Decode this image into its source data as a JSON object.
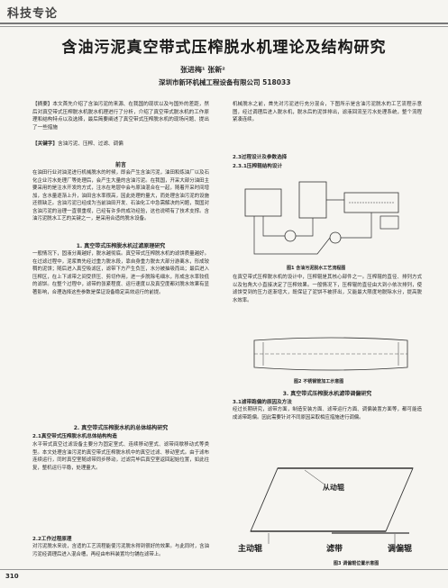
{
  "header": {
    "section": "科技专论"
  },
  "article": {
    "title": "含油污泥真空带式压榨脱水机理论及结构研究",
    "authors": "张进梅¹  张新²",
    "affiliation": "深圳市新环机械工程设备有限公司  518033",
    "abstract": "【摘要】本文首先介绍了含油污泥的来源、在我国的现状以及与国外的差距，然后对真空带式压榨脱水机脱水机理进行了分析，介绍了真空带式脱水机的工作原理和结构特点以及选择，最后简要阐述了真空带式压榨脱水机的现场问题、提出了一些措施",
    "keywords_label": "【关键字】",
    "keywords": "含油污泥、压榨、过滤、调偏",
    "preface_heading": "前言",
    "preface": "在油田行业对油泥进行机械脱水的时候，即会产生含油污泥，油田和炼油厂以及石化企业污水处理厂等处理后，会产生大量的含油污泥。在我国，开采大部分油田主要采用的是注水开发的方式，注水在地层中会与原油混合在一起，随着开采时间增加，含水量逐渐上升，油田含水率很高，因此处理的量大，而处理含油污泥的设施还很缺乏。含油污泥已经成为当前油田开发、石油化工中急需解决的问题，我国对含油污泥的治理一直很重视，已经有许多的成功经验，这也说明有了技术支撑。含油污泥脱水工艺的关键之一，是采用合适的脱水设备。",
    "s1_heading": "1. 真空带式压榨脱水机过滤原理研究",
    "s1_body": "一般情况下，固液分离越好，脱水越彻底。真空带式压榨脱水机的滤饼质量越好。在过滤过程中，泥浆首先经过重力脱水段，靠自身重力脱去大部分游离水，形成较稠的泥饼；随后进入真空吸滤区，滤带下方产生负压，水分被抽吸而出；最后进入压榨区，在上下滤带之间受挤压、剪切作用，进一步脱除毛细水，形成含水率较低的滤饼。在整个过程中，滤带的张紧程度、运行速度以及真空度都对脱水效果有显著影响，合理选择这些参数是保证设备稳定高效运行的前提。",
    "s2_heading": "2. 真空带式压榨脱水机的总体结构研究",
    "s2_1_heading": "2.1真空带式压榨脱水机总体结构构造",
    "s2_1_body": "水平带式真空过滤设备主要分为固定室式、连续移动室式、滤带间歇移动式等类型。本文处理含油污泥的真空带式压榨脱水机中的真空过滤、移动室式。由于滤布连续运行，同时真空室随滤带同步移动，过滤完毕后真空室返回起始位置，如此往复，整机运行平稳，处理量大。",
    "s2_2_heading": "2.2工作过程原理",
    "s2_2_body": "对污泥脱水来说，含适的工艺流程能使污泥脱水得到很好的效果。与此同时，含油污泥经调理后进入混合槽，再经由布料装置均匀铺在滤带上。",
    "right_intro": "机械脱水之前，首先对污泥进行充分混合，下图所示是含油污泥脱水的工艺流程示意图，经过调理后进入脱水机，脱水后的泥饼排出，滤液回流至污水处理系统，整个流程紧凑连续。",
    "s2_3_heading": "2.3过程设计及参数选择",
    "s2_3_1_heading": "2.3.1压榨辊结构设计",
    "fig1_caption": "图1  含油污泥脱水工艺流程图",
    "after_fig1": "在真空带式压榨脱水机的设计中，压榨辊是其核心部件之一。压榨辊的直径、排列方式以及包角大小直接决定了压榨效果。一般情况下，压榨辊的直径由大到小依次排列，使滤饼受到的压力逐渐增大，既保证了泥饼不被挤出，又能最大限度地脱除水分，提高脱水效率。",
    "fig2_caption": "图2  不锈钢管加工示意图",
    "s3_heading": "3. 真空带式压榨脱水机滤带调偏研究",
    "s3_1_heading": "3.1滤带跑偏的原因及方法",
    "s3_1_body": "经过长期研究，滤带方面，制造安装方面、滤带运行方面、调偏装置方面等，都可能造成滤带跑偏。因此需要针对不同原因采取相应措施进行调偏。",
    "fig3_caption": "图3  调偏辊位置示意图",
    "fig3_labels": {
      "driven_roller": "从动辊",
      "drive_roller": "主动辊",
      "filter_belt": "滤带",
      "adjust_roller": "调偏辊"
    },
    "page_number": "310"
  }
}
